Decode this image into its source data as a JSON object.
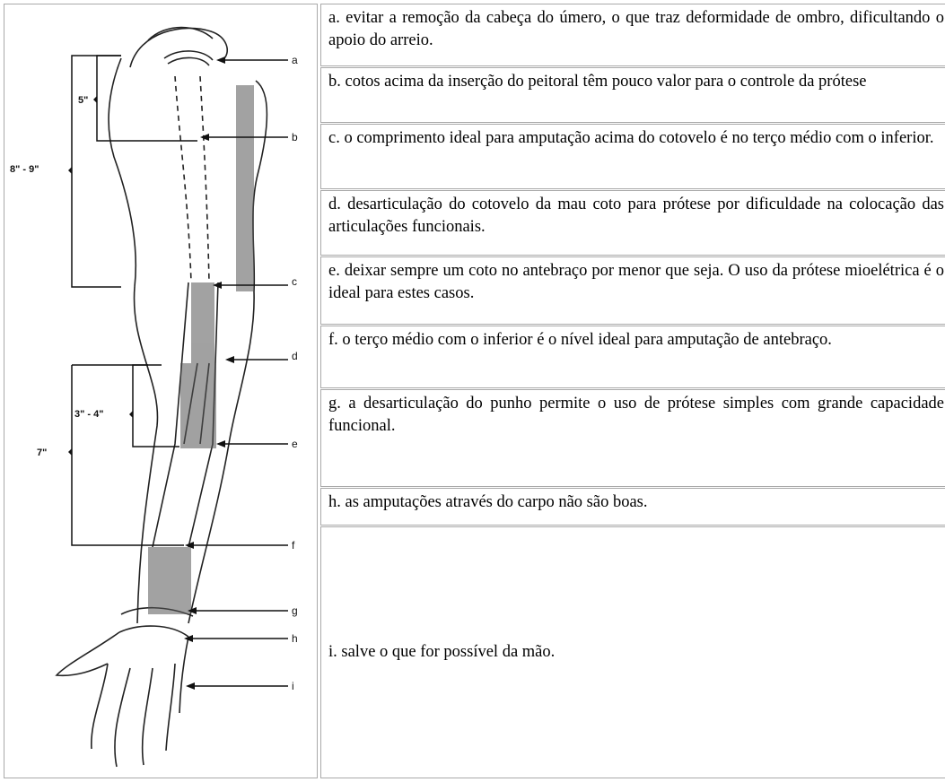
{
  "figure": {
    "letters": [
      "a",
      "b",
      "c",
      "d",
      "e",
      "f",
      "g",
      "h",
      "i"
    ],
    "dimensions": [
      {
        "label": "5\""
      },
      {
        "label": "8\" - 9\""
      },
      {
        "label": "3\" - 4\""
      },
      {
        "label": "7\""
      }
    ]
  },
  "rows": [
    {
      "text": "a. evitar a remoção da cabeça do úmero, o que traz deformidade de ombro, dificultando o apoio do arreio."
    },
    {
      "text": "b. cotos acima da inserção do peitoral têm pouco valor para o controle da prótese"
    },
    {
      "text": "c. o comprimento ideal para amputação acima do cotovelo é no terço médio com o inferior."
    },
    {
      "text": "d. desarticulação do cotovelo da mau coto para prótese por dificuldade na colocação das articulações funcionais."
    },
    {
      "text": "e. deixar sempre um coto no antebraço por menor que seja. O uso da prótese mioelétrica é o ideal para estes casos."
    },
    {
      "text": "f. o terço médio com o inferior é o nível ideal para amputação de antebraço."
    },
    {
      "text": "g. a desarticulação do punho permite o uso de prótese simples com grande capacidade funcional."
    },
    {
      "text": "h. as amputações através do carpo não são boas."
    },
    {
      "text": "i. salve o que for possível da mão."
    }
  ]
}
